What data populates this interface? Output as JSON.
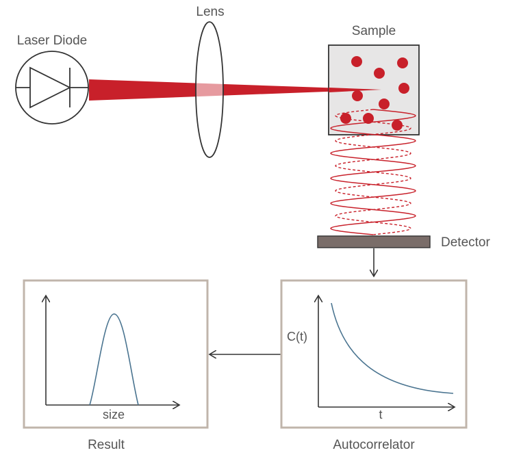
{
  "labels": {
    "laser_diode": "Laser Diode",
    "lens": "Lens",
    "sample": "Sample",
    "detector": "Detector",
    "result": "Result",
    "autocorrelator": "Autocorrelator"
  },
  "result_plot": {
    "xlabel": "size"
  },
  "autocorrelator_plot": {
    "xlabel": "t",
    "ylabel": "C(t)"
  },
  "colors": {
    "beam": "#c8202a",
    "particles": "#c8202a",
    "frame": "#c0b5ab",
    "detector": "#7a6d69",
    "curve": "#4a7490",
    "outline": "#333333",
    "sample_fill": "#e7e6e6"
  }
}
